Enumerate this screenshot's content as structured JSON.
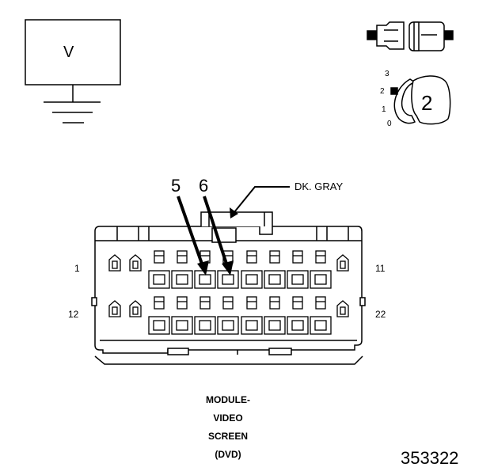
{
  "meter": {
    "letter": "V"
  },
  "view": {
    "number": "2",
    "ticks": [
      "3",
      "2",
      "1",
      "0"
    ]
  },
  "wire": {
    "color_label": "DK. GRAY",
    "pin_labels": [
      "5",
      "6"
    ]
  },
  "connector": {
    "row_end_labels": {
      "top_left": "1",
      "top_right": "11",
      "bottom_left": "12",
      "bottom_right": "22"
    },
    "caption": [
      "MODULE-",
      "VIDEO",
      "SCREEN",
      "(DVD)"
    ]
  },
  "figure_number": "353322"
}
